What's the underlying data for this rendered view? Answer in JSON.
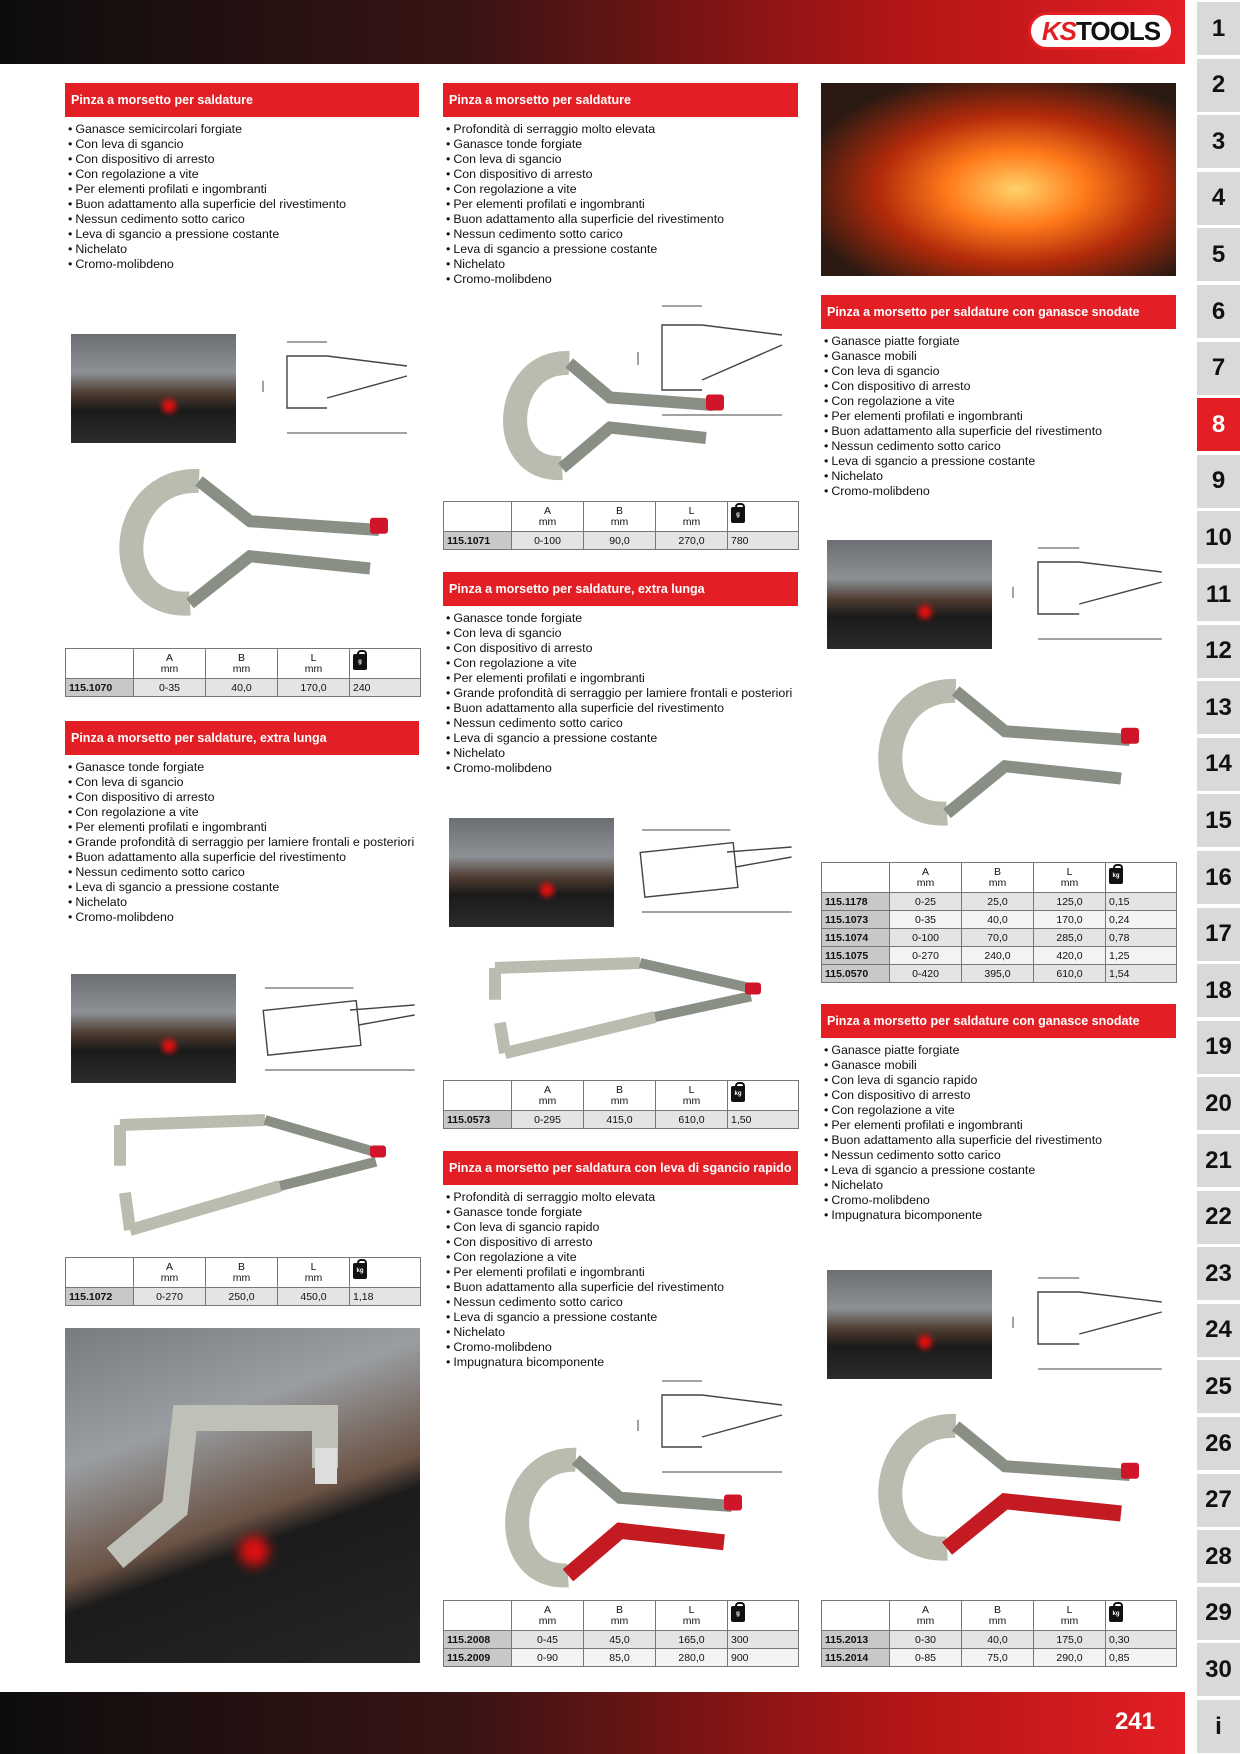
{
  "brand": {
    "logo_ks": "KS",
    "logo_tools": "TOOLS",
    "accent": "#e31e24"
  },
  "page_number": "241",
  "tabs": [
    "1",
    "2",
    "3",
    "4",
    "5",
    "6",
    "7",
    "8",
    "9",
    "10",
    "11",
    "12",
    "13",
    "14",
    "15",
    "16",
    "17",
    "18",
    "19",
    "20",
    "21",
    "22",
    "23",
    "24",
    "25",
    "26",
    "27",
    "28",
    "29",
    "30",
    "i"
  ],
  "active_tab": "8",
  "table_headers": {
    "a": "A",
    "b": "B",
    "l": "L",
    "unit": "mm",
    "weight_g": "g",
    "weight_kg": "kg"
  },
  "sections": {
    "s1": {
      "title": "Pinza a morsetto per saldature",
      "bullets": [
        "Ganasce semicircolari forgiate",
        "Con leva di sgancio",
        "Con dispositivo di arresto",
        "Con regolazione a vite",
        "Per elementi profilati e ingombranti",
        "Buon adattamento alla superficie del rivestimento",
        "Nessun cedimento sotto carico",
        "Leva di sgancio a pressione costante",
        "Nichelato",
        "Cromo-molibdeno"
      ],
      "rows": [
        [
          "115.1070",
          "0-35",
          "40,0",
          "170,0",
          "240"
        ]
      ]
    },
    "s2": {
      "title": "Pinza a morsetto per saldature, extra lunga",
      "bullets": [
        "Ganasce tonde forgiate",
        "Con leva di sgancio",
        "Con dispositivo di arresto",
        "Con regolazione a vite",
        "Per elementi profilati e ingombranti",
        "Grande profondità di serraggio per lamiere frontali e posteriori",
        "Buon adattamento alla superficie del rivestimento",
        "Nessun cedimento sotto carico",
        "Leva di sgancio a pressione costante",
        "Nichelato",
        "Cromo-molibdeno"
      ],
      "rows": [
        [
          "115.1072",
          "0-270",
          "250,0",
          "450,0",
          "1,18"
        ]
      ]
    },
    "s3": {
      "title": "Pinza a morsetto per saldature",
      "bullets": [
        "Profondità di serraggio molto elevata",
        "Ganasce tonde forgiate",
        "Con leva di sgancio",
        "Con dispositivo di arresto",
        "Con regolazione a vite",
        "Per elementi profilati e ingombranti",
        "Buon adattamento alla superficie del rivestimento",
        "Nessun cedimento sotto carico",
        "Leva di sgancio a pressione costante",
        "Nichelato",
        "Cromo-molibdeno"
      ],
      "rows": [
        [
          "115.1071",
          "0-100",
          "90,0",
          "270,0",
          "780"
        ]
      ]
    },
    "s4": {
      "title": "Pinza a morsetto per saldature, extra lunga",
      "bullets": [
        "Ganasce tonde forgiate",
        "Con leva di sgancio",
        "Con dispositivo di arresto",
        "Con regolazione a vite",
        "Per elementi profilati e ingombranti",
        "Grande profondità di serraggio per lamiere frontali e posteriori",
        "Buon adattamento alla superficie del rivestimento",
        "Nessun cedimento sotto carico",
        "Leva di sgancio a pressione costante",
        "Nichelato",
        "Cromo-molibdeno"
      ],
      "rows": [
        [
          "115.0573",
          "0-295",
          "415,0",
          "610,0",
          "1,50"
        ]
      ]
    },
    "s5": {
      "title": "Pinza a morsetto per saldatura con leva di sgancio rapido",
      "bullets": [
        "Profondità di serraggio molto elevata",
        "Ganasce tonde forgiate",
        "Con leva di sgancio rapido",
        "Con dispositivo di arresto",
        "Con regolazione a vite",
        "Per elementi profilati e ingombranti",
        "Buon adattamento alla superficie del rivestimento",
        "Nessun cedimento sotto carico",
        "Leva di sgancio a pressione costante",
        "Nichelato",
        "Cromo-molibdeno",
        "Impugnatura bicomponente"
      ],
      "rows": [
        [
          "115.2008",
          "0-45",
          "45,0",
          "165,0",
          "300"
        ],
        [
          "115.2009",
          "0-90",
          "85,0",
          "280,0",
          "900"
        ]
      ]
    },
    "s6": {
      "title": "Pinza a morsetto per saldature con ganasce snodate",
      "bullets": [
        "Ganasce piatte forgiate",
        "Ganasce mobili",
        "Con leva di sgancio",
        "Con dispositivo di arresto",
        "Con regolazione a vite",
        "Per elementi profilati e ingombranti",
        "Buon adattamento alla superficie del rivestimento",
        "Nessun cedimento sotto carico",
        "Leva di sgancio a pressione costante",
        "Nichelato",
        "Cromo-molibdeno"
      ],
      "rows": [
        [
          "115.1178",
          "0-25",
          "25,0",
          "125,0",
          "0,15"
        ],
        [
          "115.1073",
          "0-35",
          "40,0",
          "170,0",
          "0,24"
        ],
        [
          "115.1074",
          "0-100",
          "70,0",
          "285,0",
          "0,78"
        ],
        [
          "115.1075",
          "0-270",
          "240,0",
          "420,0",
          "1,25"
        ],
        [
          "115.0570",
          "0-420",
          "395,0",
          "610,0",
          "1,54"
        ]
      ]
    },
    "s7": {
      "title": "Pinza a morsetto per saldature con ganasce snodate",
      "bullets": [
        "Ganasce piatte forgiate",
        "Ganasce mobili",
        "Con leva di sgancio rapido",
        "Con dispositivo di arresto",
        "Con regolazione a vite",
        "Per elementi profilati e ingombranti",
        "Buon adattamento alla superficie del rivestimento",
        "Nessun cedimento sotto carico",
        "Leva di sgancio a pressione costante",
        "Nichelato",
        "Cromo-molibdeno",
        "Impugnatura bicomponente"
      ],
      "rows": [
        [
          "115.2013",
          "0-30",
          "40,0",
          "175,0",
          "0,30"
        ],
        [
          "115.2014",
          "0-85",
          "75,0",
          "290,0",
          "0,85"
        ]
      ]
    }
  }
}
